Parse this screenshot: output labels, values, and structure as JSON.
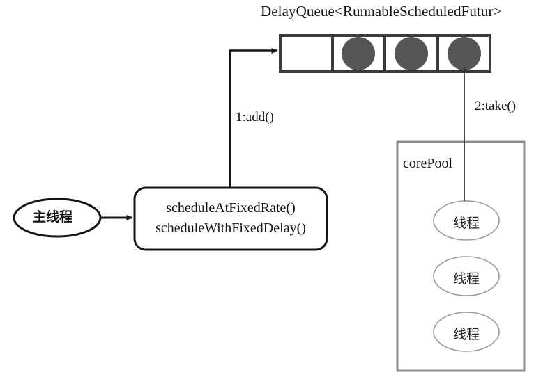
{
  "diagram": {
    "title": "DelayQueue<RunnableScheduledFutur>",
    "colors": {
      "stroke_dark": "#1a1a1a",
      "stroke_gray": "#8c8c8c",
      "stroke_light": "#b5b5b5",
      "task_fill": "#555555",
      "background": "#ffffff"
    },
    "queue": {
      "title": "DelayQueue<RunnableScheduledFutur>",
      "cells": [
        {
          "name": "queue-cell-0",
          "filled": false
        },
        {
          "name": "queue-cell-1",
          "filled": true
        },
        {
          "name": "queue-cell-2",
          "filled": true
        },
        {
          "name": "queue-cell-3",
          "filled": true
        }
      ]
    },
    "main_thread": {
      "label": "主线程"
    },
    "scheduler": {
      "methods": [
        "scheduleAtFixedRate()",
        "scheduleWithFixedDelay()"
      ]
    },
    "core_pool": {
      "label": "corePool",
      "threads": [
        {
          "label": "线程"
        },
        {
          "label": "线程"
        },
        {
          "label": "线程"
        }
      ]
    },
    "edges": [
      {
        "name": "edge-main-to-scheduler",
        "label": ""
      },
      {
        "name": "edge-scheduler-to-queue",
        "label": "1:add()"
      },
      {
        "name": "edge-pool-to-queue",
        "label": "2:take()"
      }
    ]
  }
}
